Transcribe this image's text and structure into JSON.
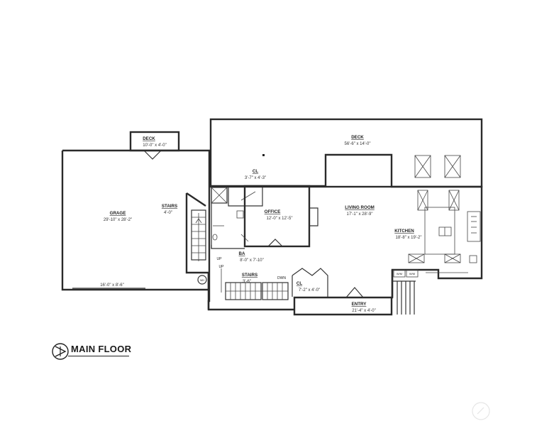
{
  "rooms": {
    "deck_top": {
      "name": "DECK",
      "dims": "56'-6\" x 14'-0\""
    },
    "deck_small": {
      "name": "DECK",
      "dims": "10'-0\" x 4'-0\""
    },
    "grage": {
      "name": "GRAGE",
      "dims": "29'-10\" x 28'-2\""
    },
    "garage_door": {
      "dims": "16'-0\" x 8'-6\""
    },
    "stairs_left": {
      "name": "STAIRS",
      "dims": "4'-0\""
    },
    "cl_top": {
      "name": "CL",
      "dims": "3'-7\" x 4'-3\""
    },
    "office": {
      "name": "OFFICE",
      "dims": "12'-0\" x 12'-5\""
    },
    "living": {
      "name": "LIVING ROOM",
      "dims": "17'-1\" x 28'-9\""
    },
    "kitchen": {
      "name": "KITCHEN",
      "dims": "18'-8\" x 19'-2\""
    },
    "ba": {
      "name": "BA",
      "dims": "8'-0\" x 7'-10\""
    },
    "stairs_mid": {
      "name": "STAIRS",
      "dims": "3'-6\""
    },
    "cl_entry": {
      "name": "CL",
      "dims": "7'-2\" x 4'-0\""
    },
    "entry": {
      "name": "ENTRY",
      "dims": "21'-4\" x 4'-0\""
    }
  },
  "labels": {
    "up_1": "UP",
    "up_2": "UP",
    "down": "DWN",
    "wh": "WH",
    "appliance_1": "W/M",
    "appliance_2": "W/M"
  },
  "footer": {
    "title": "MAIN FLOOR"
  }
}
